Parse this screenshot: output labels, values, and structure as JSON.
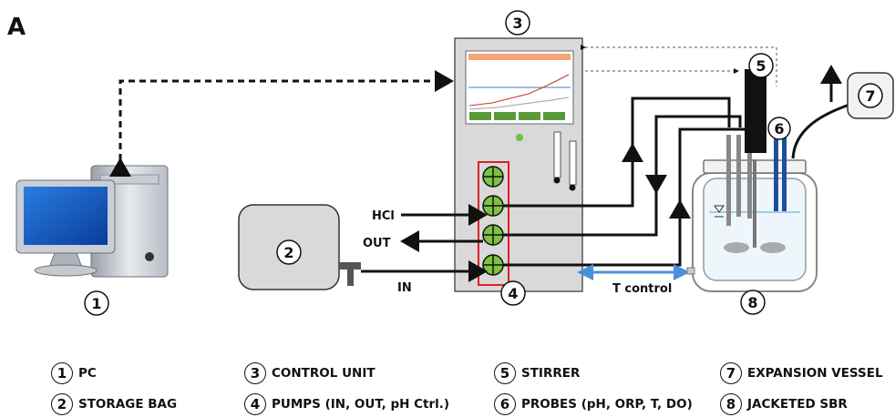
{
  "panel_label": "A",
  "labels": {
    "hcl": "HCl",
    "out": "OUT",
    "in": "IN",
    "t_control": "T control"
  },
  "numbers": {
    "pc": "1",
    "storage": "2",
    "control": "3",
    "pumps": "4",
    "stirrer": "5",
    "probes": "6",
    "expansion": "7",
    "sbr": "8"
  },
  "legend": [
    {
      "num": "1",
      "text": "PC"
    },
    {
      "num": "2",
      "text": "STORAGE BAG"
    },
    {
      "num": "3",
      "text": "CONTROL UNIT"
    },
    {
      "num": "4",
      "text": "PUMPS (IN, OUT, pH Ctrl.)"
    },
    {
      "num": "5",
      "text": "STIRRER"
    },
    {
      "num": "6",
      "text": "PROBES (pH, ORP, T, DO)"
    },
    {
      "num": "7",
      "text": "EXPANSION VESSEL"
    },
    {
      "num": "8",
      "text": "JACKETED SBR"
    }
  ],
  "colors": {
    "pump_green": "#7dc242",
    "pump_frame": "#e02020",
    "t_control_arrow": "#4a90d9",
    "probe_blue": "#1f4e9c",
    "screen_bar": "#f4a57a"
  }
}
